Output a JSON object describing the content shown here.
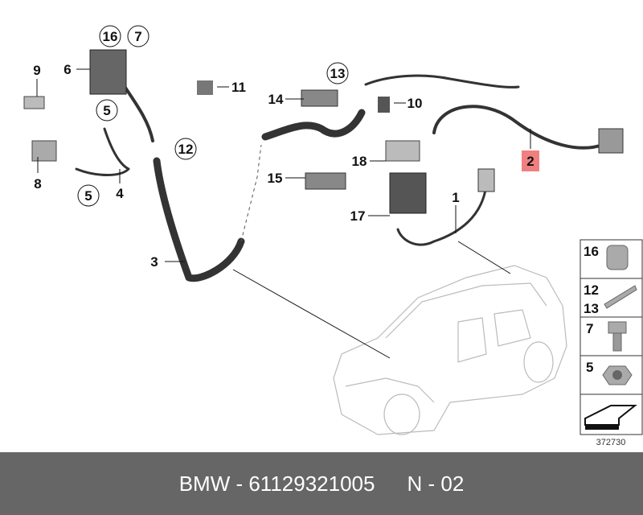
{
  "diagram": {
    "callouts": {
      "c1": "1",
      "c2": "2",
      "c3": "3",
      "c4": "4",
      "c5a": "5",
      "c5b": "5",
      "c6": "6",
      "c7": "7",
      "c8": "8",
      "c9": "9",
      "c10": "10",
      "c11": "11",
      "c12": "12",
      "c13": "13",
      "c14": "14",
      "c15": "15",
      "c16": "16",
      "c17": "17",
      "c18": "18"
    },
    "highlight_color": "#f08080",
    "side_panel": [
      "16",
      "12",
      "13",
      "7",
      "5"
    ],
    "drawing_number": "372730"
  },
  "footer": {
    "part": "BMW - 61129321005",
    "code": "N - 02"
  }
}
